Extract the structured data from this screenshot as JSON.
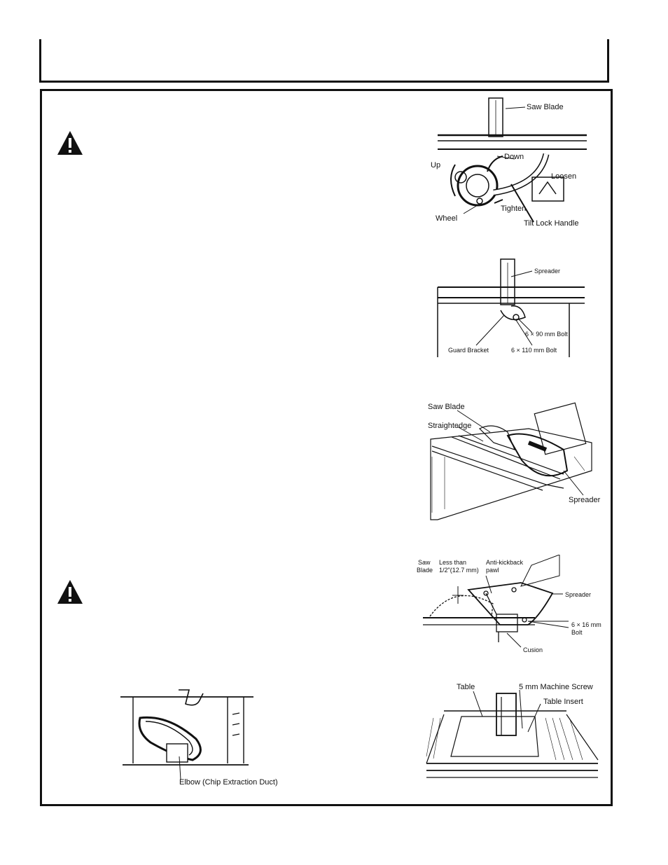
{
  "fig1": {
    "saw_blade": "Saw Blade",
    "down": "Down",
    "up": "Up",
    "loosen": "Loosen",
    "tighten": "Tighten",
    "wheel": "Wheel",
    "tilt_lock_handle": "Tilt Lock Handle"
  },
  "fig2": {
    "spreader": "Spreader",
    "bolt_90": "6 × 90 mm Bolt",
    "guard_bracket": "Guard Bracket",
    "bolt_110": "6 × 110 mm Bolt"
  },
  "fig3": {
    "saw_blade": "Saw Blade",
    "straightedge": "Straightedge",
    "spreader": "Spreader"
  },
  "fig4": {
    "saw_blade_1": "Saw",
    "saw_blade_2": "Blade",
    "less_than_1": "Less than",
    "less_than_2": "1/2\"(12.7 mm)",
    "anti_kickback_1": "Anti-kickback",
    "anti_kickback_2": "pawl",
    "spreader": "Spreader",
    "bolt_1": "6 × 16 mm",
    "bolt_2": "Bolt",
    "cusion": "Cusion"
  },
  "fig5": {
    "table": "Table",
    "machine_screw": "5 mm Machine Screw",
    "table_insert": "Table Insert"
  },
  "fig6": {
    "elbow": "Elbow (Chip Extraction Duct)"
  }
}
